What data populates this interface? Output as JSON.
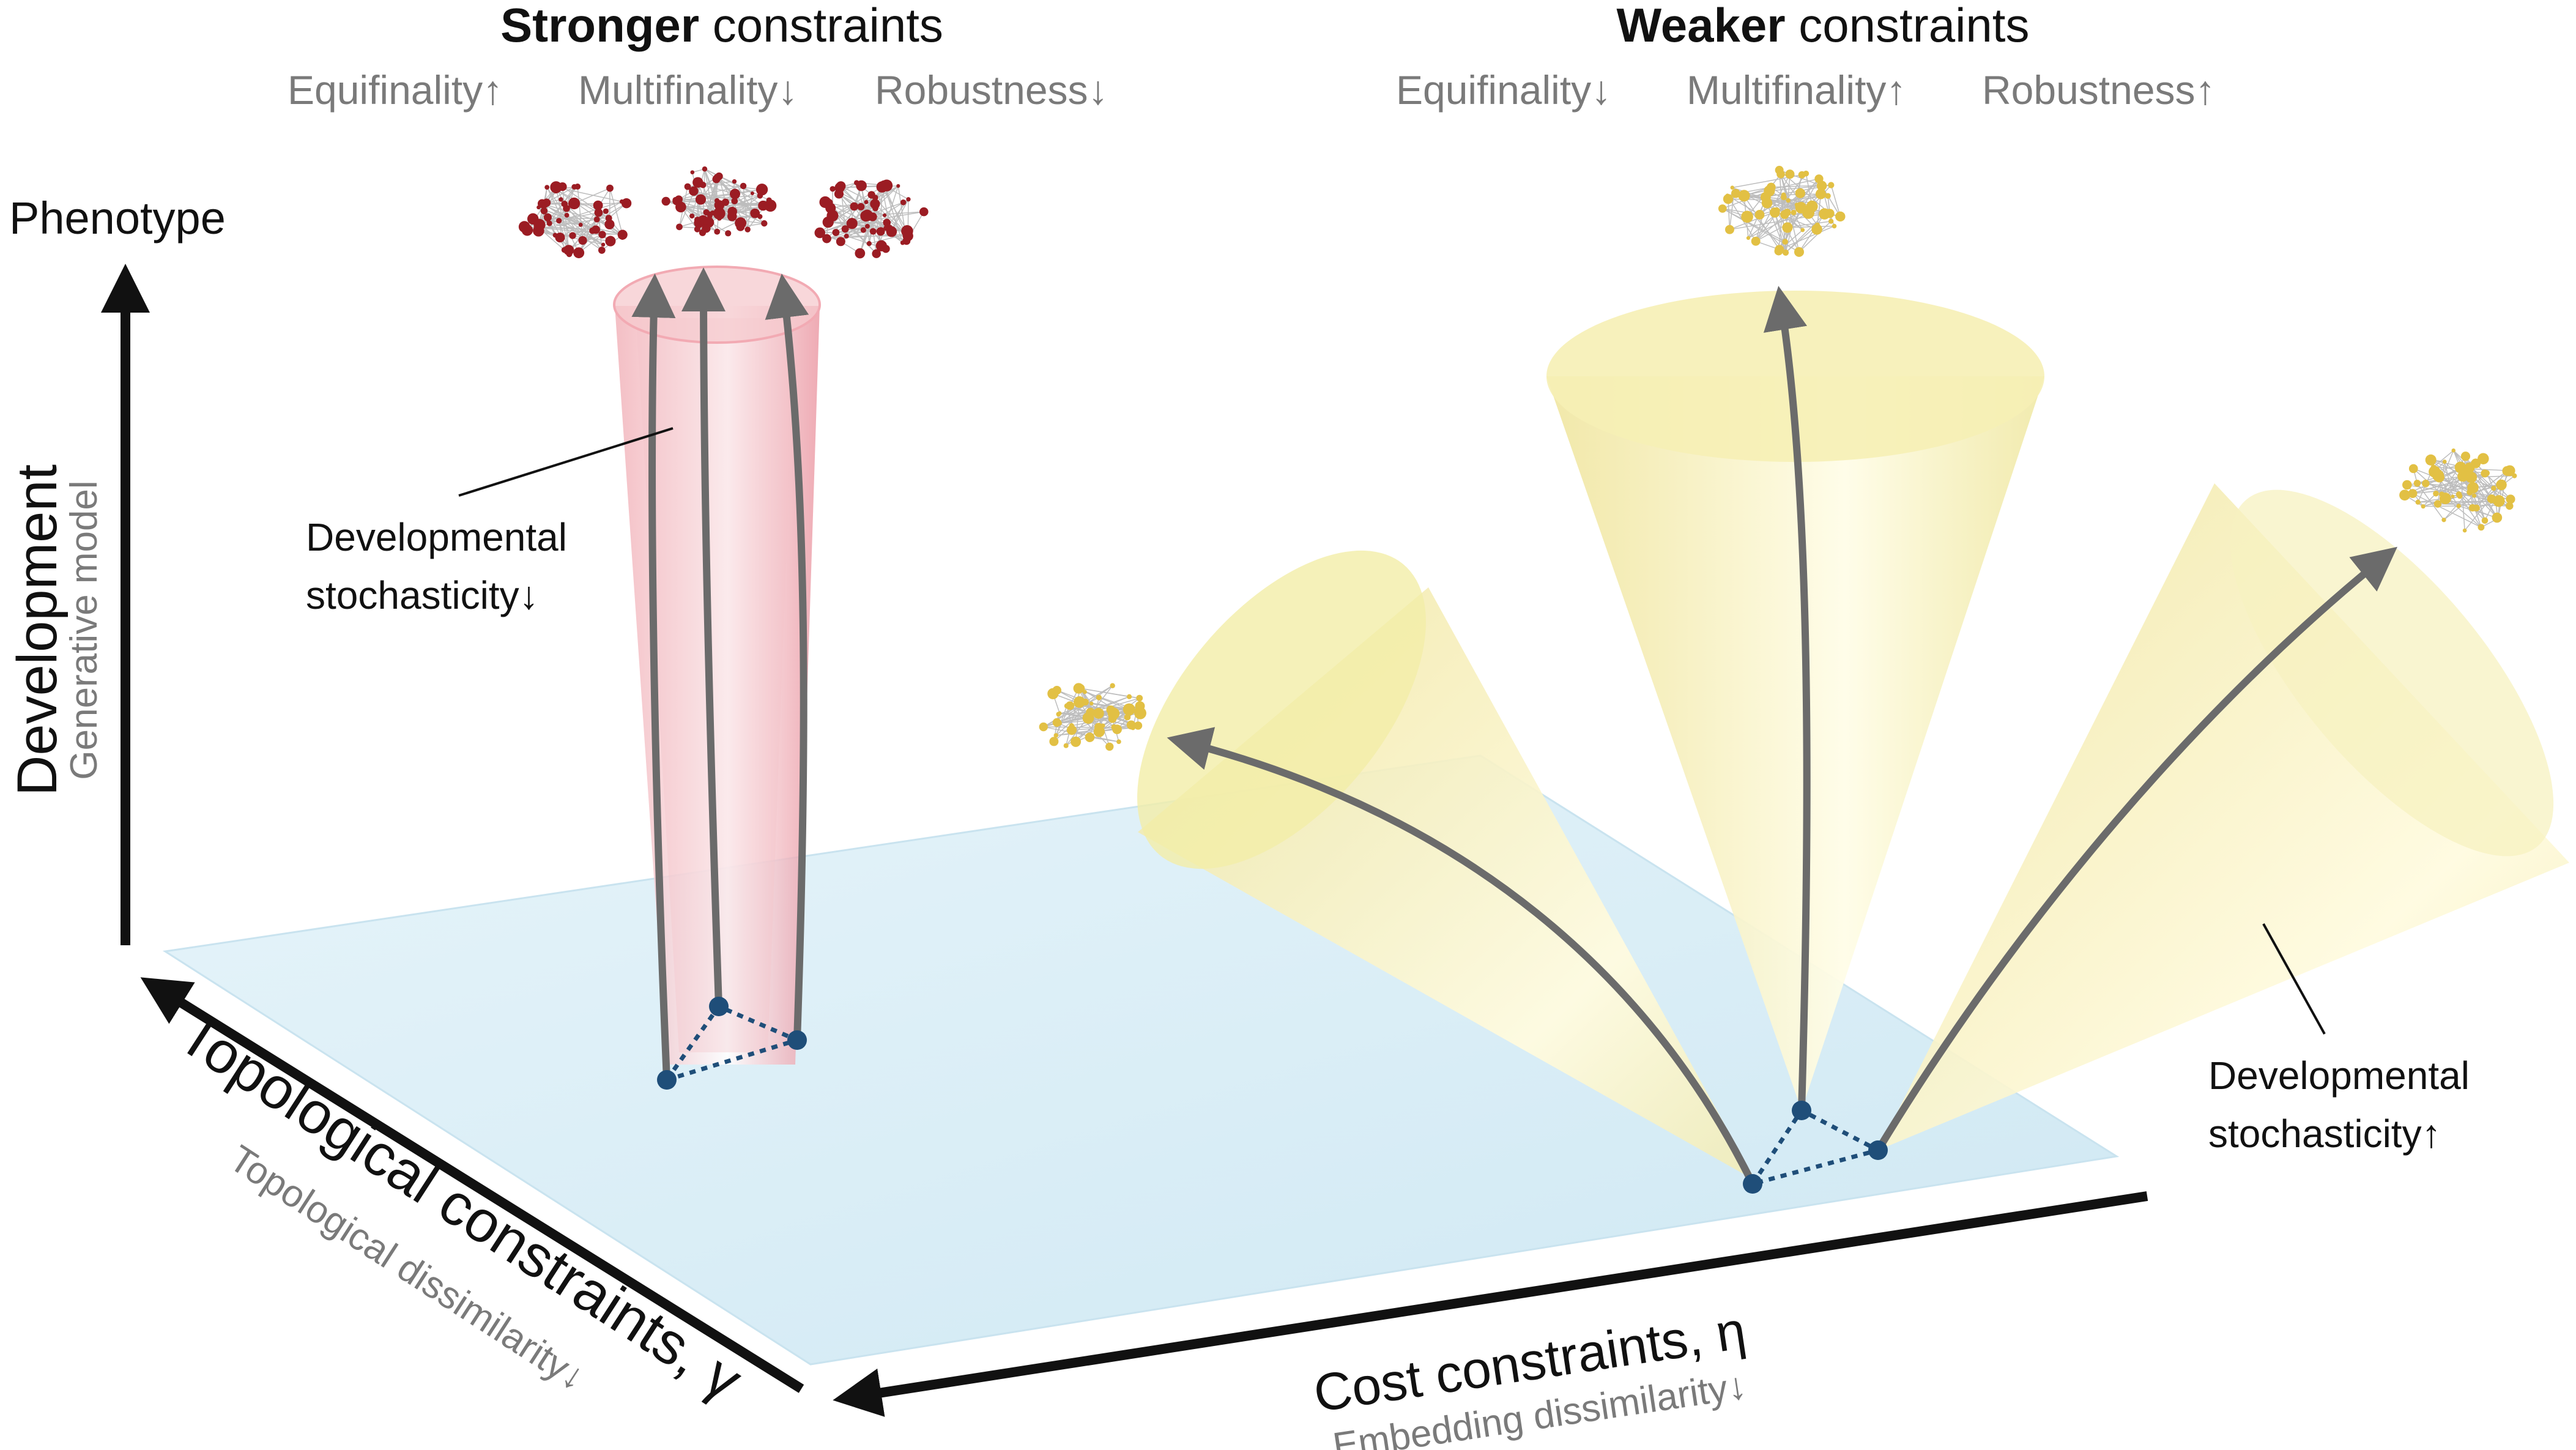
{
  "left_panel": {
    "title_bold": "Stronger",
    "title_rest": " constraints",
    "properties": [
      "Equifinality↑",
      "Multifinality↓",
      "Robustness↓"
    ],
    "stochasticity_line1": "Developmental",
    "stochasticity_line2": "stochasticity↓"
  },
  "right_panel": {
    "title_bold": "Weaker",
    "title_rest": " constraints",
    "properties": [
      "Equifinality↓",
      "Multifinality↑",
      "Robustness↑"
    ],
    "stochasticity_line1": "Developmental",
    "stochasticity_line2": "stochasticity↑"
  },
  "axes": {
    "phenotype": "Phenotype",
    "development": "Development",
    "development_sub": "Generative model",
    "topological": "Topological constraints, γ",
    "topological_sub": "Topological dissimilarity↓",
    "cost": "Cost constraints, η",
    "cost_sub": "Embedding dissimilarity↓"
  },
  "colors": {
    "strong_network": "#9b1c23",
    "weak_network": "#e2c044",
    "cone_strong": "#f2b7bd",
    "cone_weak": "#f7f1b0",
    "plane": "#d8eef7",
    "node": "#1f4e79",
    "arrow": "#6b6b6b"
  }
}
